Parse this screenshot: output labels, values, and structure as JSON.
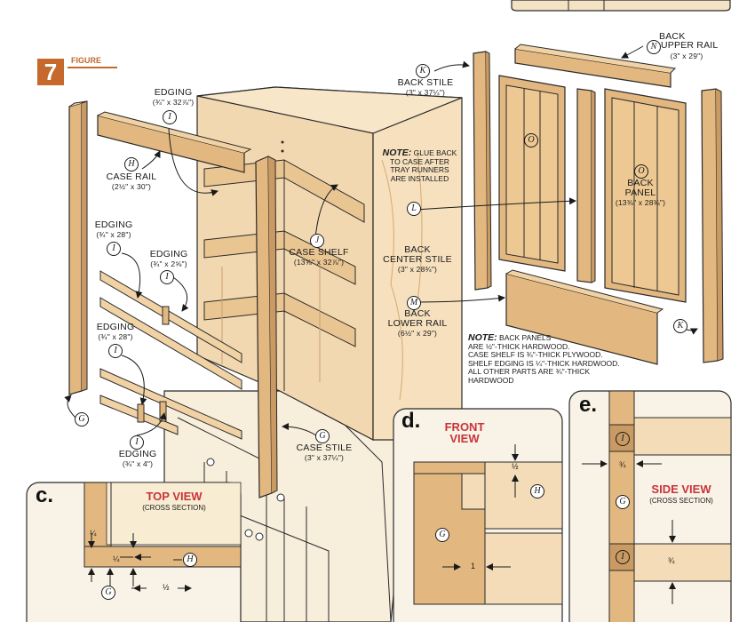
{
  "figure": {
    "number": "7",
    "word": "FIGURE"
  },
  "parts": {
    "edging_top": {
      "name": "EDGING",
      "dim": "(¾\" x 32⅞\")",
      "key": "I"
    },
    "case_rail": {
      "name": "CASE RAIL",
      "dim": "(2½\" x 30\")",
      "key": "H"
    },
    "edging_left1": {
      "name": "EDGING",
      "dim": "(¾\" x 28\")",
      "key": "I"
    },
    "edging_mid": {
      "name": "EDGING",
      "dim": "(¾\" x 2⅝\")",
      "key": "I"
    },
    "edging_left2": {
      "name": "EDGING",
      "dim": "(¾\" x 28\")",
      "key": "I"
    },
    "edging_bottom": {
      "name": "EDGING",
      "dim": "(¾\" x 4\")",
      "key": "I"
    },
    "case_shelf": {
      "name": "CASE SHELF",
      "dim": "(13⅝\" x 32⅞\")",
      "key": "J"
    },
    "case_stile": {
      "name": "CASE STILE",
      "dim": "(3\" x 37¼\")",
      "key": "G"
    },
    "back_stile": {
      "name": "BACK STILE",
      "dim": "(3\" x 37¼\")",
      "key": "K"
    },
    "back_upper_rail": {
      "name1": "BACK",
      "name2": "UPPER RAIL",
      "dim": "(3\" x 29\")",
      "key": "N"
    },
    "back_panel": {
      "name1": "BACK",
      "name2": "PANEL",
      "dim": "(13⅜\" x 28¾\")",
      "key": "O"
    },
    "back_center_stile": {
      "name1": "BACK",
      "name2": "CENTER STILE",
      "dim": "(3\" x 28¾\")",
      "key": "L"
    },
    "back_lower_rail": {
      "name1": "BACK",
      "name2": "LOWER RAIL",
      "dim": "(6½\" x 29\")",
      "key": "M"
    },
    "key_O_left": "O",
    "key_K_right": "K",
    "key_G_left": "G"
  },
  "notes": {
    "glue": {
      "head": "NOTE:",
      "text1": " GLUE BACK",
      "text2": "TO CASE AFTER",
      "text3": "TRAY RUNNERS",
      "text4": "ARE INSTALLED"
    },
    "materials": {
      "head": "NOTE:",
      "l1": " BACK PANELS",
      "l2": "ARE ½\"-THICK HARDWOOD.",
      "l3": "CASE SHELF IS ¾\"-THICK PLYWOOD.",
      "l4": "SHELF EDGING IS ¼\"-THICK HARDWOOD.",
      "l5": "ALL OTHER PARTS ARE ¾\"-THICK",
      "l6": "HARDWOOD"
    }
  },
  "details": {
    "c": {
      "letter": "c.",
      "title": "TOP VIEW",
      "sub": "(CROSS SECTION)",
      "dim_v": "¼",
      "dim_h1": "¼",
      "dim_h2": "½",
      "key_H": "H",
      "key_G": "G"
    },
    "d": {
      "letter": "d.",
      "title1": "FRONT",
      "title2": "VIEW",
      "dim_top": "½",
      "dim_bottom": "1",
      "key_H": "H",
      "key_G": "G"
    },
    "e": {
      "letter": "e.",
      "title": "SIDE VIEW",
      "sub": "(CROSS SECTION)",
      "dim_mid": "¾",
      "dim_bottom": "¾",
      "key_I_top": "I",
      "key_G": "G",
      "key_I_bottom": "I"
    }
  },
  "colors": {
    "wood_light": "#f0d2a4",
    "wood_mid": "#e3b880",
    "wood_dark": "#c99a63",
    "stroke": "#2a2a2a",
    "accent": "#c56a2c",
    "title_red": "#c8343a",
    "panel_bg": "#f8f3e6"
  }
}
